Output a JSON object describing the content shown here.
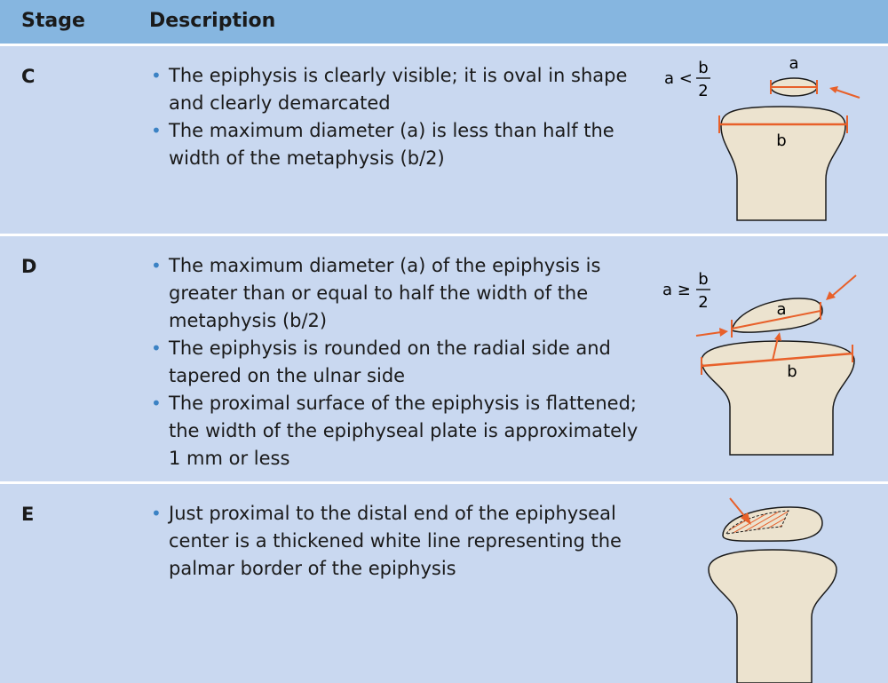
{
  "table": {
    "headers": {
      "stage": "Stage",
      "description": "Description"
    },
    "rows": [
      {
        "stage": "C",
        "bullets": [
          "The epiphysis is clearly visible; it is oval in shape and clearly demarcated",
          "The maximum diameter (a) is less than half the width of the metaphysis (b/2)"
        ],
        "figure": {
          "formula_lhs": "a <",
          "numerator": "b",
          "denominator": "2",
          "label_a": "a",
          "label_b": "b"
        }
      },
      {
        "stage": "D",
        "bullets": [
          "The maximum diameter (a) of the epiphysis is greater than or equal to half the width of the metaphysis (b/2)",
          "The epiphysis is rounded on the radial side and tapered on the ulnar side",
          "The proximal surface of the epiphysis is flattened; the width of the epiphyseal plate is approximately 1 mm or less"
        ],
        "figure": {
          "formula_lhs": "a ≥",
          "numerator": "b",
          "denominator": "2",
          "label_a": "a",
          "label_b": "b"
        }
      },
      {
        "stage": "E",
        "bullets": [
          "Just proximal to the distal end of the epiphyseal center is a thickened white line representing the palmar border of the epiphysis"
        ]
      }
    ]
  },
  "colors": {
    "header_bg": "#86b6e0",
    "row_bg": "#c9d8f0",
    "bullet": "#3b82c4",
    "bone": "#ece3cf",
    "accent": "#e8602a"
  },
  "bullet_glyph": "•"
}
